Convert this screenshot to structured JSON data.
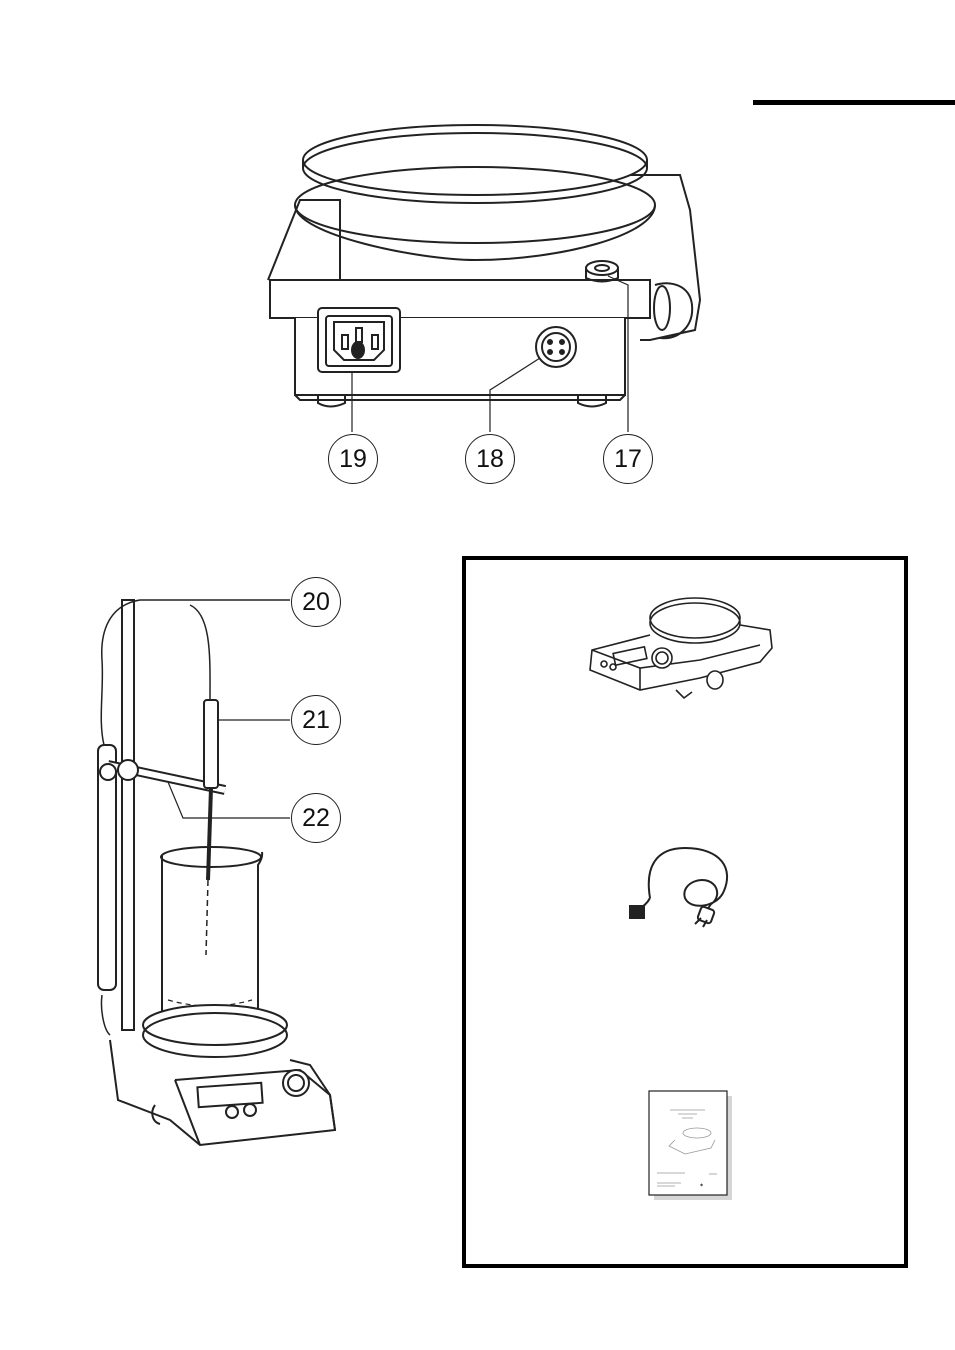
{
  "callouts": {
    "c17": "17",
    "c18": "18",
    "c19": "19",
    "c20": "20",
    "c21": "21",
    "c22": "22"
  },
  "scope_of_delivery": {
    "items": [
      "stirrer-device-image",
      "power-cord-image",
      "instruction-manual-image"
    ]
  },
  "colors": {
    "line": "#222222",
    "box_border": "#000000",
    "background": "#ffffff"
  }
}
